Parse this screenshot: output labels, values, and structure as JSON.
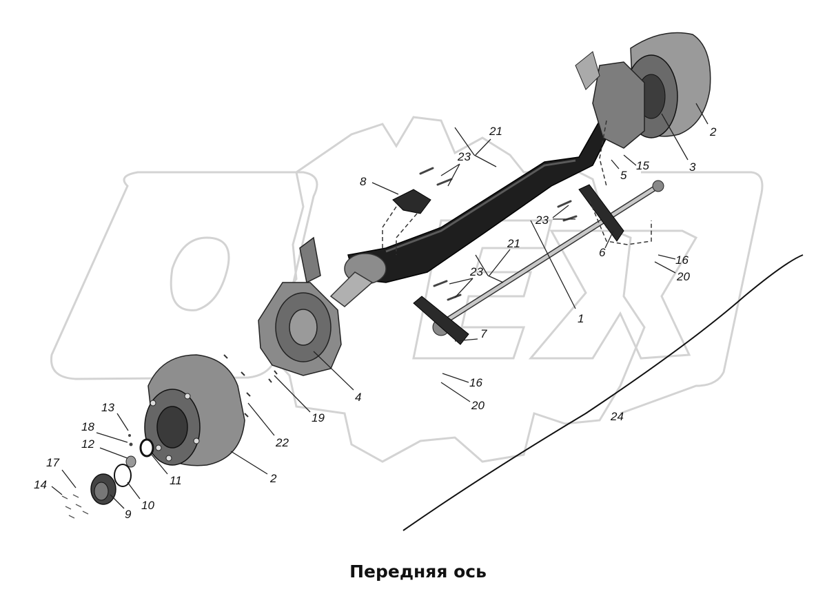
{
  "caption": "Передняя ось",
  "colors": {
    "watermark": "#d6d6d6",
    "part_dark": "#1c1c1c",
    "part_mid": "#6d6d6d",
    "part_light": "#b5b5b5",
    "leader": "#222222"
  },
  "callouts": [
    {
      "id": "1",
      "label": "1"
    },
    {
      "id": "2a",
      "label": "2"
    },
    {
      "id": "2b",
      "label": "2"
    },
    {
      "id": "3",
      "label": "3"
    },
    {
      "id": "4",
      "label": "4"
    },
    {
      "id": "5",
      "label": "5"
    },
    {
      "id": "6",
      "label": "6"
    },
    {
      "id": "7",
      "label": "7"
    },
    {
      "id": "8",
      "label": "8"
    },
    {
      "id": "9",
      "label": "9"
    },
    {
      "id": "10",
      "label": "10"
    },
    {
      "id": "11",
      "label": "11"
    },
    {
      "id": "12",
      "label": "12"
    },
    {
      "id": "13",
      "label": "13"
    },
    {
      "id": "14",
      "label": "14"
    },
    {
      "id": "15",
      "label": "15"
    },
    {
      "id": "16a",
      "label": "16"
    },
    {
      "id": "16b",
      "label": "16"
    },
    {
      "id": "17",
      "label": "17"
    },
    {
      "id": "18",
      "label": "18"
    },
    {
      "id": "19",
      "label": "19"
    },
    {
      "id": "20a",
      "label": "20"
    },
    {
      "id": "20b",
      "label": "20"
    },
    {
      "id": "21a",
      "label": "21"
    },
    {
      "id": "21b",
      "label": "21"
    },
    {
      "id": "22",
      "label": "22"
    },
    {
      "id": "23a",
      "label": "23"
    },
    {
      "id": "23b",
      "label": "23"
    },
    {
      "id": "23c",
      "label": "23"
    },
    {
      "id": "24",
      "label": "24"
    }
  ]
}
